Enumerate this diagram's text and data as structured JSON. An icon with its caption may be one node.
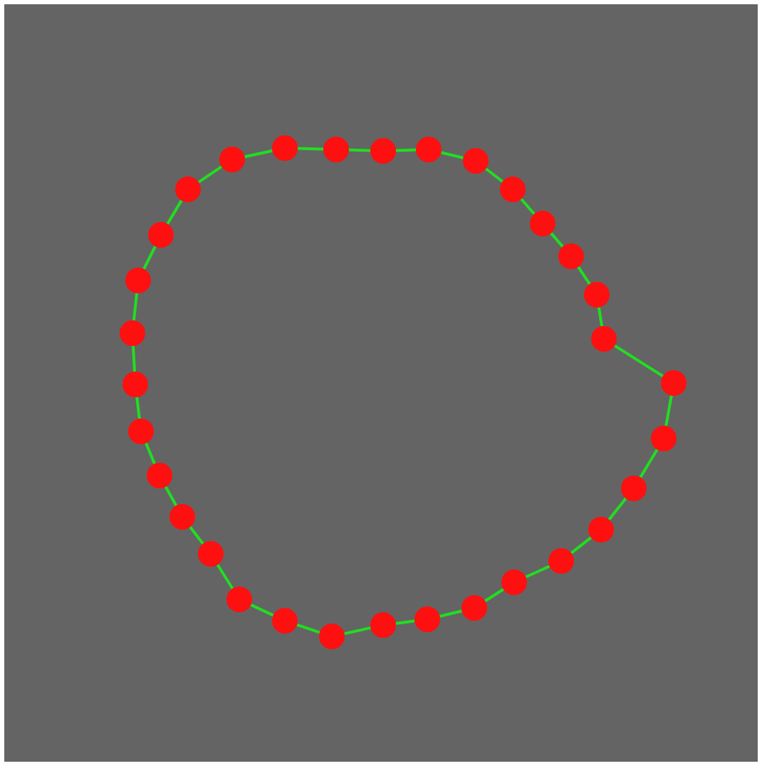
{
  "diagram": {
    "nodes": [
      {
        "text": [],
        "shape": "circle"
      },
      {
        "text": [],
        "shape": "circle"
      },
      {
        "text": [],
        "shape": "circle"
      },
      {
        "text": [],
        "shape": "circle"
      },
      {
        "text": [],
        "shape": "circle"
      },
      {
        "text": [],
        "shape": "circle"
      },
      {
        "text": [],
        "shape": "circle"
      },
      {
        "text": [],
        "shape": "circle"
      },
      {
        "text": [],
        "shape": "circle"
      },
      {
        "text": [],
        "shape": "circle"
      },
      {
        "text": [],
        "shape": "circle"
      },
      {
        "text": [],
        "shape": "circle"
      },
      {
        "text": [],
        "shape": "circle"
      },
      {
        "text": [],
        "shape": "circle"
      },
      {
        "text": [],
        "shape": "circle"
      },
      {
        "text": [],
        "shape": "circle"
      },
      {
        "text": [],
        "shape": "circle"
      },
      {
        "text": [],
        "shape": "circle"
      },
      {
        "text": [],
        "shape": "circle"
      },
      {
        "text": [],
        "shape": "circle"
      },
      {
        "text": [],
        "shape": "circle"
      },
      {
        "text": [],
        "shape": "circle"
      },
      {
        "text": [],
        "shape": "circle"
      },
      {
        "text": [],
        "shape": "circle"
      },
      {
        "text": [],
        "shape": "circle"
      },
      {
        "text": [],
        "shape": "circle"
      },
      {
        "text": [],
        "shape": "circle"
      },
      {
        "text": [],
        "shape": "circle"
      },
      {
        "text": [],
        "shape": "circle"
      },
      {
        "text": [],
        "shape": "circle"
      },
      {
        "text": [],
        "shape": "circle"
      },
      {
        "text": [],
        "shape": "circle"
      }
    ],
    "edges": [
      {
        "from": 0,
        "to": 1,
        "arrow": "none"
      },
      {
        "from": 1,
        "to": 2,
        "arrow": "none"
      },
      {
        "from": 2,
        "to": 3,
        "arrow": "none"
      },
      {
        "from": 3,
        "to": 4,
        "arrow": "none"
      },
      {
        "from": 4,
        "to": 5,
        "arrow": "none"
      },
      {
        "from": 5,
        "to": 6,
        "arrow": "none"
      },
      {
        "from": 6,
        "to": 7,
        "arrow": "none"
      },
      {
        "from": 7,
        "to": 8,
        "arrow": "none"
      },
      {
        "from": 8,
        "to": 9,
        "arrow": "none"
      },
      {
        "from": 9,
        "to": 10,
        "arrow": "none"
      },
      {
        "from": 10,
        "to": 11,
        "arrow": "none"
      },
      {
        "from": 11,
        "to": 12,
        "arrow": "none"
      },
      {
        "from": 12,
        "to": 13,
        "arrow": "none"
      },
      {
        "from": 13,
        "to": 14,
        "arrow": "none"
      },
      {
        "from": 14,
        "to": 15,
        "arrow": "none"
      },
      {
        "from": 15,
        "to": 16,
        "arrow": "none"
      },
      {
        "from": 16,
        "to": 17,
        "arrow": "none"
      },
      {
        "from": 17,
        "to": 18,
        "arrow": "none"
      },
      {
        "from": 18,
        "to": 19,
        "arrow": "none"
      },
      {
        "from": 19,
        "to": 20,
        "arrow": "none"
      },
      {
        "from": 20,
        "to": 21,
        "arrow": "none"
      },
      {
        "from": 21,
        "to": 22,
        "arrow": "none"
      },
      {
        "from": 22,
        "to": 23,
        "arrow": "none"
      },
      {
        "from": 23,
        "to": 24,
        "arrow": "none"
      },
      {
        "from": 24,
        "to": 25,
        "arrow": "none"
      },
      {
        "from": 25,
        "to": 26,
        "arrow": "none"
      },
      {
        "from": 26,
        "to": 27,
        "arrow": "none"
      },
      {
        "from": 27,
        "to": 28,
        "arrow": "none"
      },
      {
        "from": 28,
        "to": 29,
        "arrow": "none"
      },
      {
        "from": 29,
        "to": 30,
        "arrow": "none"
      },
      {
        "from": 30,
        "to": 31,
        "arrow": "none"
      },
      {
        "from": 31,
        "to": 0,
        "arrow": "none"
      }
    ]
  }
}
